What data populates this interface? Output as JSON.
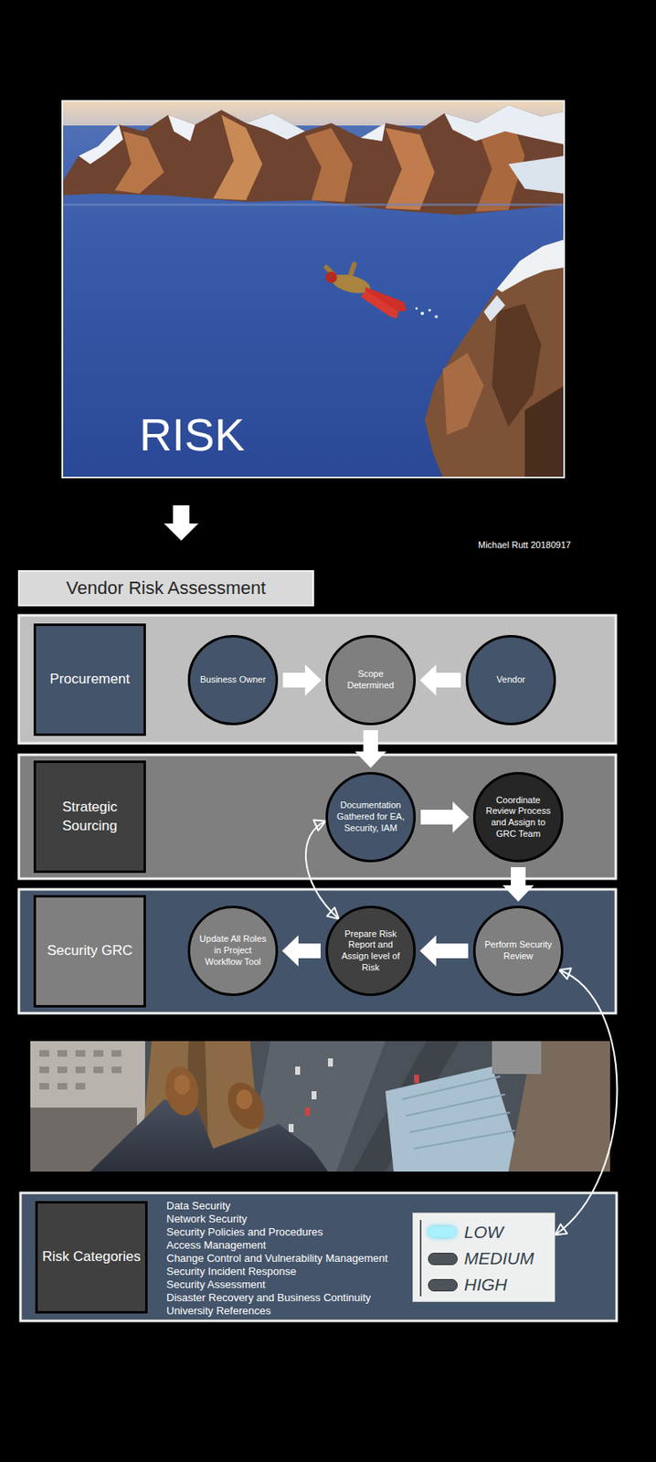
{
  "diagram": {
    "title": "Vendor Risk Assessment",
    "nodes": [
      {
        "text": [
          "Procurement"
        ]
      },
      {
        "text": [
          "Business Owner"
        ],
        "in": 0
      },
      {
        "text": [
          "Scope Determined"
        ],
        "in": 0
      },
      {
        "text": [
          "Vendor"
        ],
        "in": 0
      },
      {
        "text": [
          "Strategic Sourcing"
        ]
      },
      {
        "text": [
          "Documentation Gathered for EA, Security, IAM"
        ],
        "in": 4
      },
      {
        "text": [
          "Coordinate Review Process and Assign to GRC Team"
        ],
        "in": 4
      },
      {
        "text": [
          "Security GRC"
        ]
      },
      {
        "text": [
          "Update All Roles in Project Workflow Tool"
        ],
        "in": 7
      },
      {
        "text": [
          "Prepare Risk Report and Assign level of Risk"
        ],
        "in": 7
      },
      {
        "text": [
          "Perform Security Review"
        ],
        "in": 7
      },
      {
        "text": [
          "Risk Categories",
          "Data Security",
          "Network Security",
          "Security Policies and Procedures",
          "Access Management",
          "Change Control and Vulnerability Management",
          "Security Incident Response",
          "Security Assessment",
          "Disaster Recovery and Business Continuity",
          "University References"
        ]
      },
      {
        "text": [
          "LOW",
          "MEDIUM",
          "HIGH"
        ],
        "in": 11
      }
    ],
    "edges": [
      {
        "from": 1,
        "to": 2,
        "arrow": "to"
      },
      {
        "from": 3,
        "to": 2,
        "arrow": "to"
      },
      {
        "from": 2,
        "to": 5,
        "arrow": "to"
      },
      {
        "from": 5,
        "to": 6,
        "arrow": "to"
      },
      {
        "from": 6,
        "to": 10,
        "arrow": "to"
      },
      {
        "from": 10,
        "to": 9,
        "arrow": "to"
      },
      {
        "from": 9,
        "to": 8,
        "arrow": "to"
      },
      {
        "from": 5,
        "to": 9,
        "arrow": "both"
      },
      {
        "from": 10,
        "to": 12,
        "arrow": "both"
      }
    ],
    "labels": [
      "RISK",
      "Michael Rutt 20180917"
    ]
  }
}
